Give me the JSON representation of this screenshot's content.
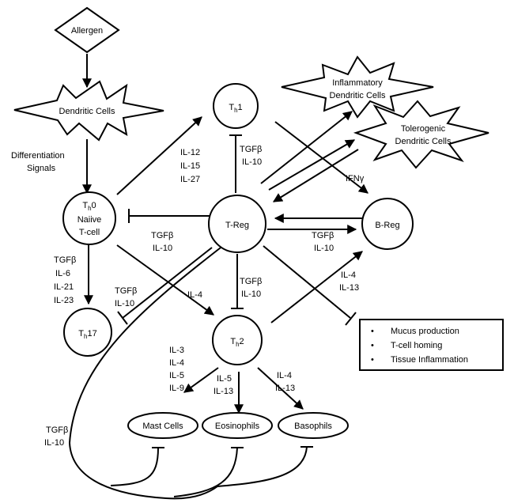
{
  "nodes": {
    "allergen": "Allergen",
    "dendritic_cells": "Dendritic Cells",
    "th1": {
      "base": "T",
      "sub": "h",
      "tail": "1"
    },
    "th0": {
      "base": "T",
      "sub": "h",
      "tail": "0",
      "line2": "Naiive",
      "line3": "T-cell"
    },
    "treg": "T-Reg",
    "breg": "B-Reg",
    "th17": {
      "base": "T",
      "sub": "h",
      "tail": "17"
    },
    "th2": {
      "base": "T",
      "sub": "h",
      "tail": "2"
    },
    "inflammatory_dc": [
      "Inflammatory",
      "Dendritic Cells"
    ],
    "tolerogenic_dc": [
      "Tolerogenic",
      "Dendritic Cells"
    ],
    "mast_cells": "Mast Cells",
    "eosinophils": "Eosinophils",
    "basophils": "Basophils"
  },
  "effects_box": [
    "Mucus production",
    "T-cell homing",
    "Tissue Inflammation"
  ],
  "labels": {
    "differentiation": [
      "Differentiation",
      "Signals"
    ],
    "th0_to_th1": [
      "IL-12",
      "IL-15",
      "IL-27"
    ],
    "treg_to_th1": [
      "TGFβ",
      "IL-10"
    ],
    "ifng": "IFNγ",
    "treg_to_th0": [
      "TGFβ",
      "IL-10"
    ],
    "treg_to_breg": [
      "TGFβ",
      "IL-10"
    ],
    "th0_to_th17": [
      "TGFβ",
      "IL-6",
      "IL-21",
      "IL-23"
    ],
    "treg_to_th17": [
      "TGFβ",
      "IL-10"
    ],
    "th0_to_th2": "IL-4",
    "treg_to_th2": [
      "TGFβ",
      "IL-10"
    ],
    "breg_to_th2": [
      "IL-4",
      "IL-13"
    ],
    "th2_to_mast": [
      "IL-3",
      "IL-4",
      "IL-5",
      "IL-9"
    ],
    "th2_to_eos": [
      "IL-5",
      "IL-13"
    ],
    "th2_to_baso": [
      "IL-4",
      "IL-13"
    ],
    "loop_inhibit": [
      "TGFβ",
      "IL-10"
    ]
  }
}
